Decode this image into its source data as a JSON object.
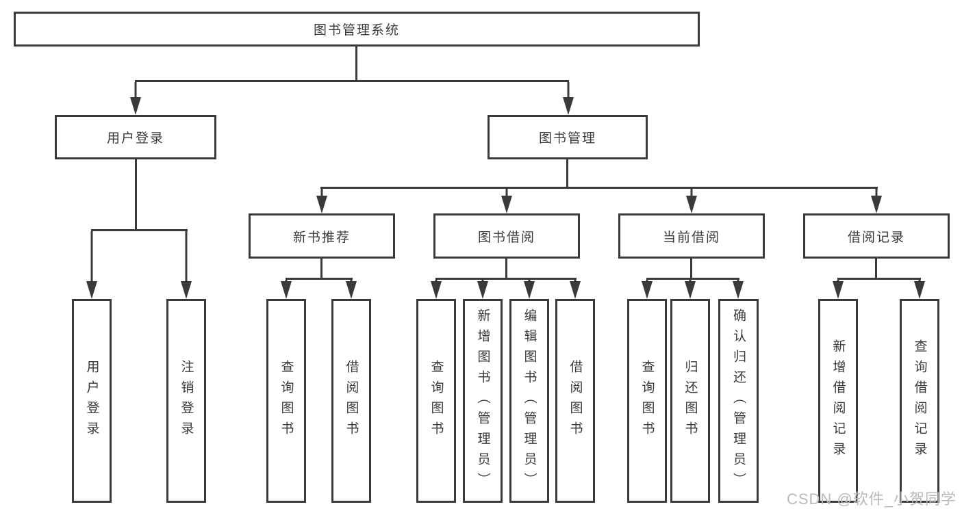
{
  "colors": {
    "line": "#3a3a3a",
    "text": "#3a3a3a",
    "box_bg": "#ffffff",
    "watermark": "#b9b9b9",
    "background": "#ffffff"
  },
  "watermark": "CSDN @软件_小贺同学",
  "tree": {
    "root": "图书管理系统",
    "user_login": {
      "label": "用户登录",
      "children": [
        "用户登录",
        "注销登录"
      ]
    },
    "book_mgmt": {
      "label": "图书管理",
      "children": [
        {
          "label": "新书推荐",
          "children": [
            "查询图书",
            "借阅图书"
          ]
        },
        {
          "label": "图书借阅",
          "children": [
            "查询图书",
            "新增图书（管理员）",
            "编辑图书（管理员）",
            "借阅图书"
          ]
        },
        {
          "label": "当前借阅",
          "children": [
            "查询图书",
            "归还图书",
            "确认归还（管理员）"
          ]
        },
        {
          "label": "借阅记录",
          "children": [
            "新增借阅记录",
            "查询借阅记录"
          ]
        }
      ]
    }
  }
}
